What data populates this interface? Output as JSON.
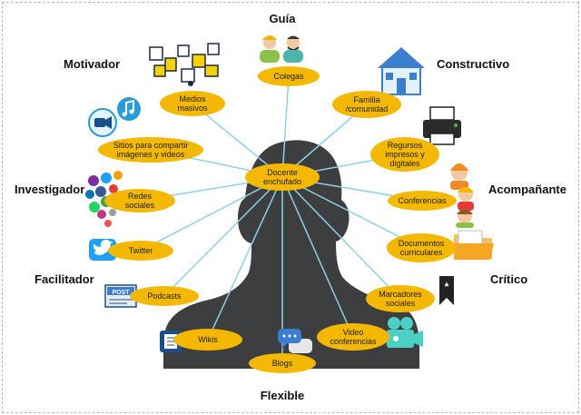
{
  "colors": {
    "bubble": "#f5b800",
    "connector": "#8fd0e8",
    "silhouette": "#3d3e40",
    "label": "#111111"
  },
  "center": {
    "lines": [
      "Docente",
      "enchufado"
    ]
  },
  "nodes": [
    {
      "id": "colegas",
      "lines": [
        "Colegas"
      ],
      "icon": "two-people-icon"
    },
    {
      "id": "medios",
      "lines": [
        "Medios",
        "masivos"
      ],
      "icon": "media-collage-icon"
    },
    {
      "id": "familia",
      "lines": [
        "Familia",
        "/comunidad"
      ],
      "icon": "house-icon"
    },
    {
      "id": "sitios",
      "lines": [
        "Sitios para compartir",
        "imágenes y videos"
      ],
      "icon": "video-music-sharing-icon"
    },
    {
      "id": "recursos",
      "lines": [
        "Regursos",
        "impresos y",
        "digitales"
      ],
      "icon": "printer-icon"
    },
    {
      "id": "redes",
      "lines": [
        "Redes",
        "sociales"
      ],
      "icon": "social-network-icons-cluster"
    },
    {
      "id": "conferencias",
      "lines": [
        "Conferencias"
      ],
      "icon": "people-group-icon"
    },
    {
      "id": "twitter",
      "lines": [
        "Twitter"
      ],
      "icon": "twitter-bird-icon"
    },
    {
      "id": "documentos",
      "lines": [
        "Documentos",
        "curriculares"
      ],
      "icon": "folder-icon"
    },
    {
      "id": "podcasts",
      "lines": [
        "Podcasts"
      ],
      "icon": "post-card-icon"
    },
    {
      "id": "marcadores",
      "lines": [
        "Marcadores",
        "sociales"
      ],
      "icon": "bookmark-icon"
    },
    {
      "id": "wikis",
      "lines": [
        "Wikis"
      ],
      "icon": "wiki-book-icon"
    },
    {
      "id": "blogs",
      "lines": [
        "Blogs"
      ],
      "icon": "speech-bubbles-icon"
    },
    {
      "id": "video",
      "lines": [
        "Video",
        "conferencias"
      ],
      "icon": "video-camera-icon"
    }
  ],
  "roles": [
    {
      "id": "guia",
      "text": "Guía"
    },
    {
      "id": "motivador",
      "text": "Motivador"
    },
    {
      "id": "constructivo",
      "text": "Constructivo"
    },
    {
      "id": "investigador",
      "text": "Investigador"
    },
    {
      "id": "acompanante",
      "text": "Acompañante"
    },
    {
      "id": "facilitador",
      "text": "Facilitador"
    },
    {
      "id": "critico",
      "text": "Crítico"
    },
    {
      "id": "flexible",
      "text": "Flexible"
    }
  ]
}
